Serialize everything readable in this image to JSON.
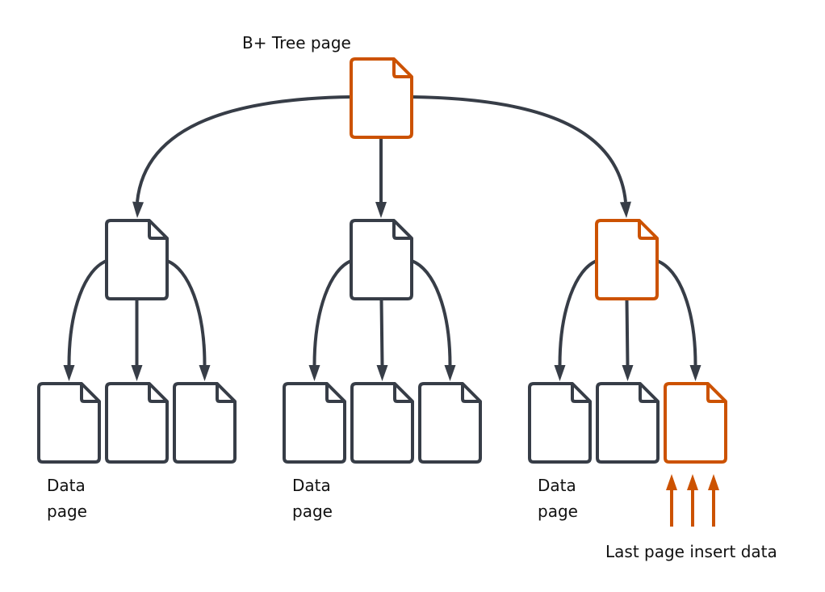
{
  "title": "B+ Tree page",
  "colors": {
    "highlight": "#cc5200",
    "normal": "#373d47",
    "text": "#111111",
    "background": "#ffffff"
  },
  "nodes": [
    {
      "id": "root",
      "kind": "bplus-tree-page",
      "highlighted": true,
      "level": 0
    },
    {
      "id": "mid-left",
      "kind": "index-page",
      "highlighted": false,
      "level": 1,
      "parent": "root"
    },
    {
      "id": "mid-center",
      "kind": "index-page",
      "highlighted": false,
      "level": 1,
      "parent": "root"
    },
    {
      "id": "mid-right",
      "kind": "index-page",
      "highlighted": true,
      "level": 1,
      "parent": "root"
    },
    {
      "id": "leaf-1",
      "kind": "data-page",
      "highlighted": false,
      "level": 2,
      "parent": "mid-left"
    },
    {
      "id": "leaf-2",
      "kind": "data-page",
      "highlighted": false,
      "level": 2,
      "parent": "mid-left"
    },
    {
      "id": "leaf-3",
      "kind": "data-page",
      "highlighted": false,
      "level": 2,
      "parent": "mid-left"
    },
    {
      "id": "leaf-4",
      "kind": "data-page",
      "highlighted": false,
      "level": 2,
      "parent": "mid-center"
    },
    {
      "id": "leaf-5",
      "kind": "data-page",
      "highlighted": false,
      "level": 2,
      "parent": "mid-center"
    },
    {
      "id": "leaf-6",
      "kind": "data-page",
      "highlighted": false,
      "level": 2,
      "parent": "mid-center"
    },
    {
      "id": "leaf-7",
      "kind": "data-page",
      "highlighted": false,
      "level": 2,
      "parent": "mid-right"
    },
    {
      "id": "leaf-8",
      "kind": "data-page",
      "highlighted": false,
      "level": 2,
      "parent": "mid-right"
    },
    {
      "id": "leaf-9",
      "kind": "data-page",
      "highlighted": true,
      "level": 2,
      "parent": "mid-right"
    }
  ],
  "labels": {
    "root": "B+ Tree page",
    "data_page_line1": "Data",
    "data_page_line2": "page",
    "insert": "Last page insert data"
  },
  "insert_arrows": {
    "count": 3,
    "target": "leaf-9"
  }
}
